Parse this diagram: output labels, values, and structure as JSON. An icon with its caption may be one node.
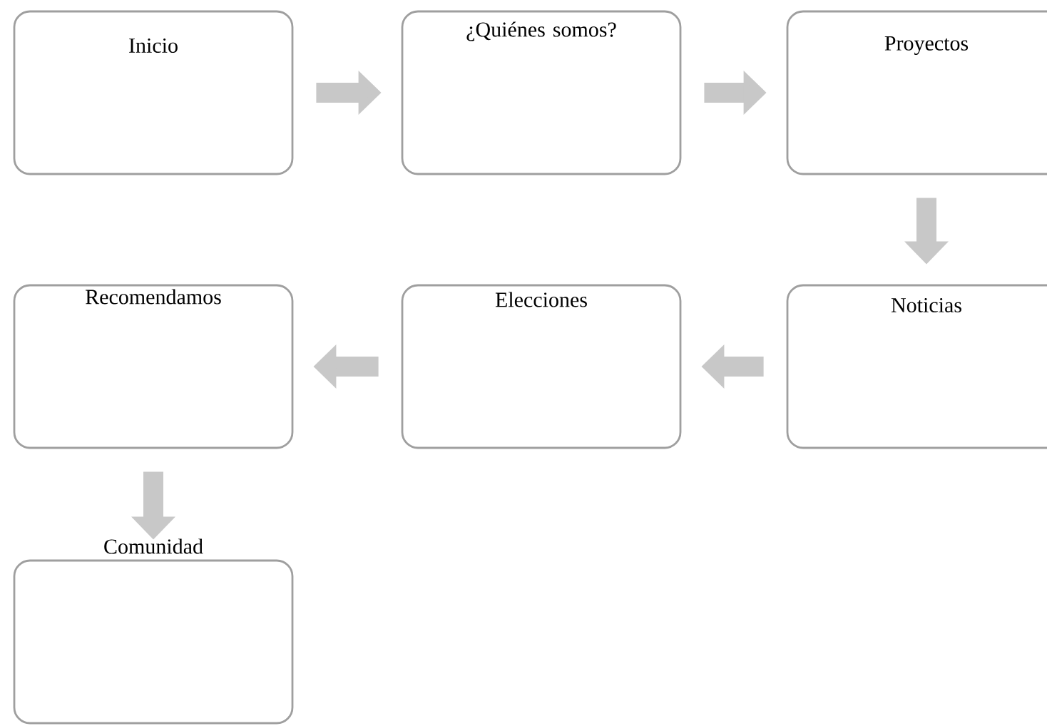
{
  "diagram": {
    "nodes": [
      {
        "text": [
          "Inicio"
        ]
      },
      {
        "text": [
          "¿Quiénes somos?"
        ]
      },
      {
        "text": [
          "Proyectos"
        ]
      },
      {
        "text": [
          "Noticias"
        ]
      },
      {
        "text": [
          "Elecciones"
        ]
      },
      {
        "text": [
          "Recomendamos"
        ]
      },
      {
        "text": [
          "Comunidad"
        ]
      }
    ],
    "edges": [
      {
        "from": 0,
        "to": 1,
        "arrow": "to"
      },
      {
        "from": 1,
        "to": 2,
        "arrow": "to"
      },
      {
        "from": 2,
        "to": 3,
        "arrow": "to"
      },
      {
        "from": 3,
        "to": 4,
        "arrow": "to"
      },
      {
        "from": 4,
        "to": 5,
        "arrow": "to"
      },
      {
        "from": 5,
        "to": 6,
        "arrow": "to"
      }
    ]
  }
}
